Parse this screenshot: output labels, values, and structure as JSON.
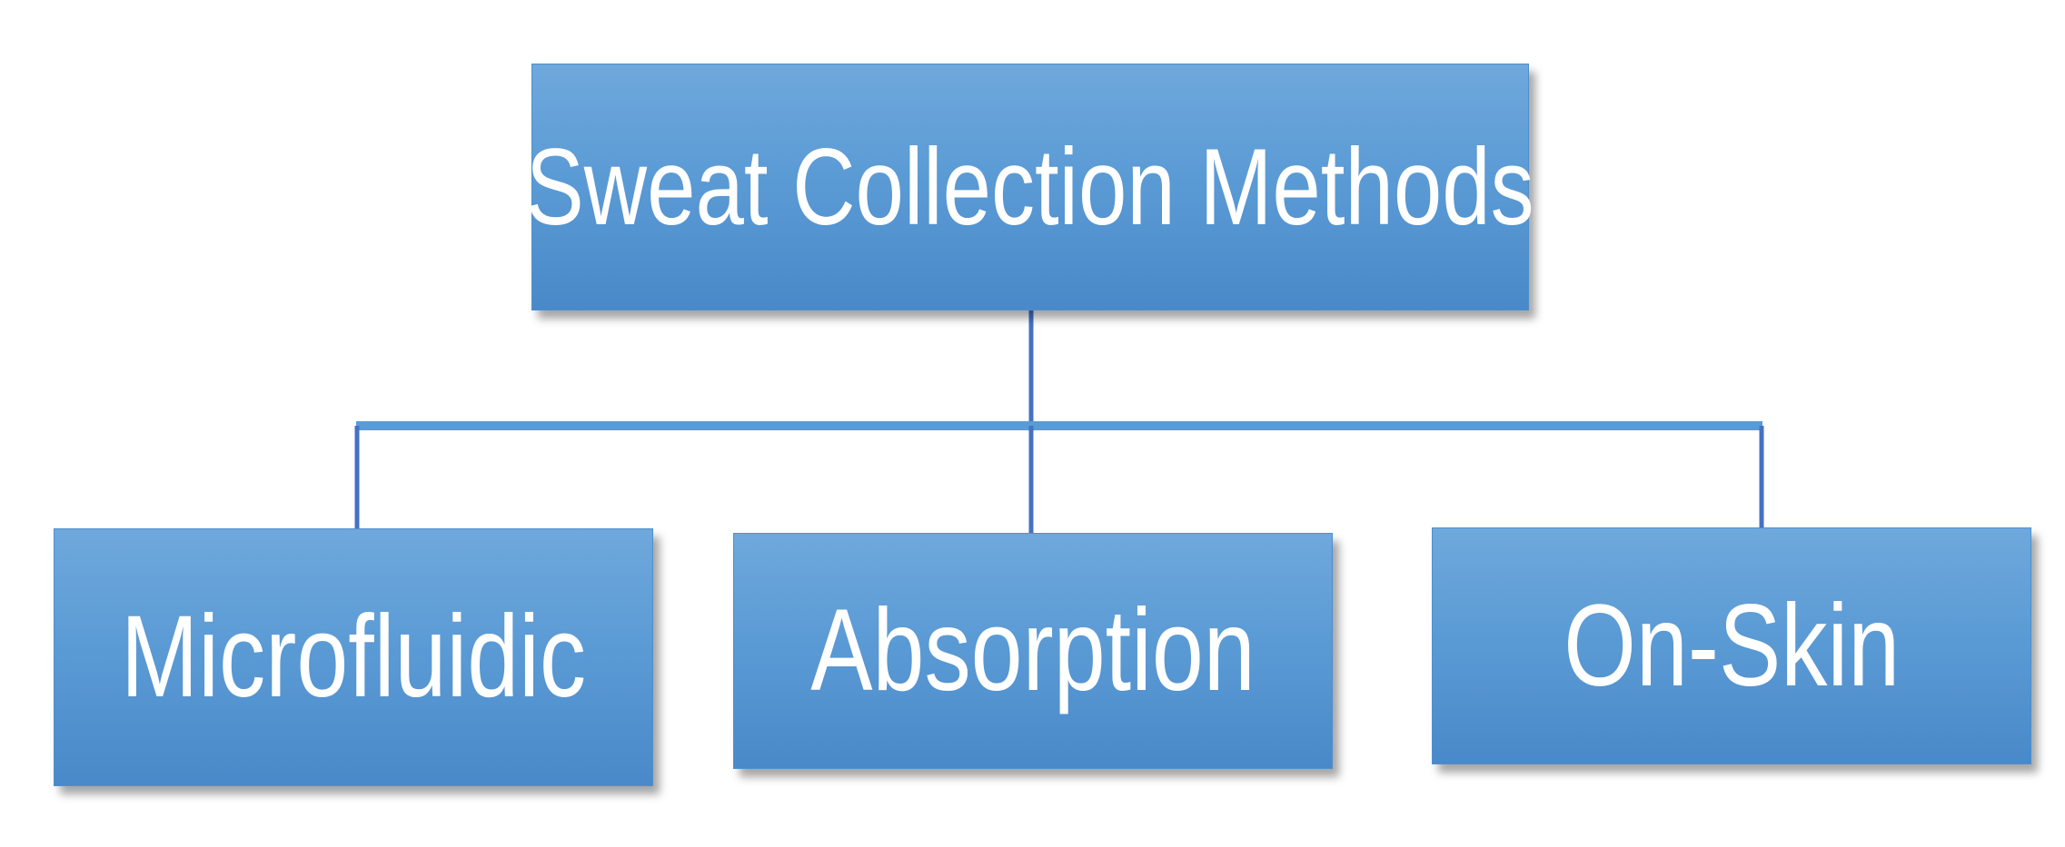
{
  "diagram": {
    "root": {
      "label": "Sweat Collection Methods"
    },
    "children": [
      {
        "label": "Microfluidic"
      },
      {
        "label": "Absorption"
      },
      {
        "label": "On-Skin"
      }
    ]
  },
  "colors": {
    "box_fill_top": "#6fa8dc",
    "box_fill_mid": "#5b9bd5",
    "box_fill_bottom": "#4a89c9",
    "connector_dark": "#4472c4",
    "connector_light": "#5b9bd5",
    "text": "#ffffff"
  }
}
